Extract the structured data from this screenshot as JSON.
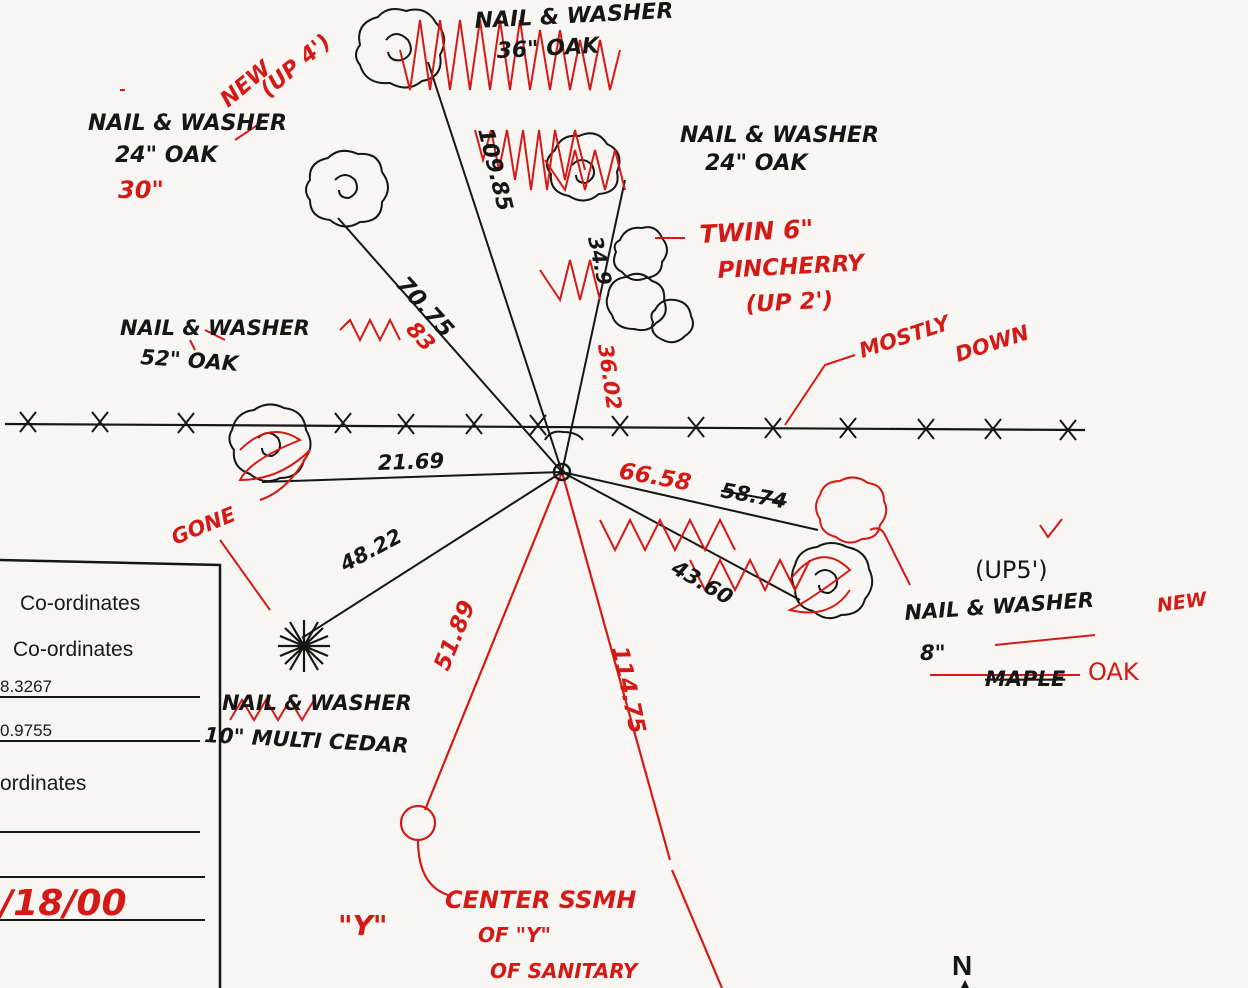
{
  "trees": {
    "oak36": {
      "line1": "NAIL & WASHER",
      "line2": "36\" OAK"
    },
    "oak24w": {
      "line1": "NAIL & WASHER",
      "line2": "24\" OAK",
      "red_new": "NEW",
      "red_up": "(UP 4')",
      "red_size": "30\""
    },
    "oak24e": {
      "line1": "NAIL & WASHER",
      "line2": "24\" OAK"
    },
    "oak52": {
      "line1": "NAIL & WASHER",
      "line2": "52\" OAK"
    },
    "cedar": {
      "line1": "NAIL & WASHER",
      "line2": "10\" MULTI CEDAR"
    },
    "maple": {
      "line1": "NAIL & WASHER",
      "line2a": "8\"",
      "line2b": "MAPLE",
      "red_new": "NEW",
      "red_oak": "OAK",
      "up": "(UP5')"
    }
  },
  "annotations": {
    "twin_line1": "TWIN 6\"",
    "twin_line2": "PINCHERRY",
    "twin_line3": "(UP 2')",
    "mostly1": "MOSTLY",
    "mostly2": "DOWN",
    "gone": "GONE",
    "center1": "CENTER SSMH",
    "center2": "OF \"Y\"",
    "center3": "OF SANITARY",
    "y_label": "\"Y\"",
    "north": "N"
  },
  "distances": {
    "d_oak36": "109.85",
    "d_oak24w": "70.75",
    "d_oak24w_red": "83",
    "d_pin": "34.9",
    "d_pin_red": "36.02",
    "d_oak52": "21.69",
    "d_cedar": "48.22",
    "d_maple_old": "58.74",
    "d_maple_red": "66.58",
    "d_maple": "43.60",
    "d_sanitary_a": "51.89",
    "d_sanitary_b": "114.75"
  },
  "coords_box": {
    "title1": "Co-ordinates",
    "title2": "Co-ordinates",
    "v1": "8.3267",
    "v2": "0.9755",
    "title3": "ordinates",
    "date": "/18/00"
  },
  "colors": {
    "ink": "#161616",
    "red_ink": "#d41a17",
    "paper": "#f7f6f2"
  }
}
